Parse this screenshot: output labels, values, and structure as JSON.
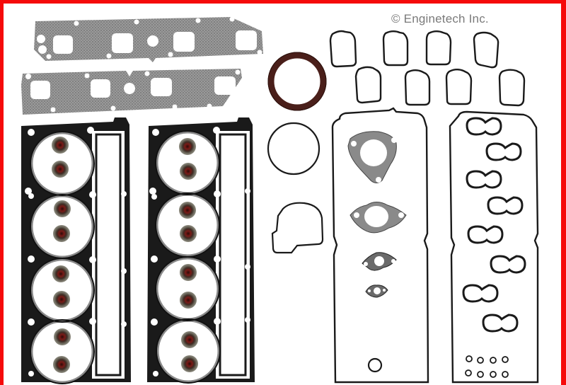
{
  "image": {
    "subject": "Engine full gasket set product photo",
    "watermark": "© Enginetech Inc.",
    "border_color": "#f50a0a",
    "background_color": "#ffffff"
  },
  "parts": [
    {
      "name": "exhaust-manifold-gasket",
      "count": 2,
      "color": "#8a8a8a"
    },
    {
      "name": "rear-main-seal",
      "count": 1,
      "color": "#4a1f1a"
    },
    {
      "name": "intake-manifold-gasket",
      "count": 8,
      "color": "#1a1a1a"
    },
    {
      "name": "cylinder-head-gasket",
      "count": 2,
      "color": "#1a1a1a"
    },
    {
      "name": "valve-stem-seal",
      "count": 16,
      "color": "#5a1a14"
    },
    {
      "name": "round-o-ring-gasket",
      "count": 1,
      "color": "#1a1a1a"
    },
    {
      "name": "throttle-body-gasket",
      "count": 1,
      "color": "#1a1a1a"
    },
    {
      "name": "valve-cover-gasket",
      "count": 2,
      "color": "#1a1a1a"
    },
    {
      "name": "three-bolt-flange-gasket",
      "count": 1,
      "color": "#8a8a8a"
    },
    {
      "name": "two-bolt-flange-gasket",
      "count": 3,
      "color": "#8a8a8a"
    },
    {
      "name": "small-o-ring",
      "count": 9,
      "color": "#1a1a1a"
    },
    {
      "name": "spark-plug-tube-seal",
      "count": 8,
      "color": "#1a1a1a"
    }
  ]
}
